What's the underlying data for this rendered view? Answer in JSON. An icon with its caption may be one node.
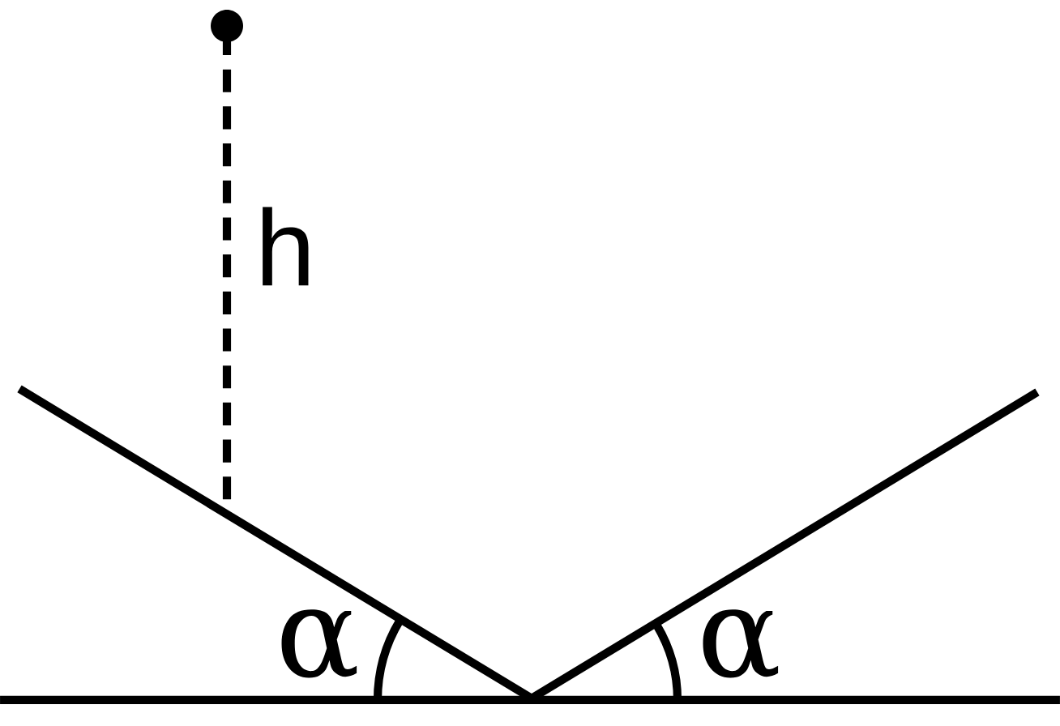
{
  "diagram": {
    "labels": [
      "h",
      "α",
      "α"
    ]
  }
}
